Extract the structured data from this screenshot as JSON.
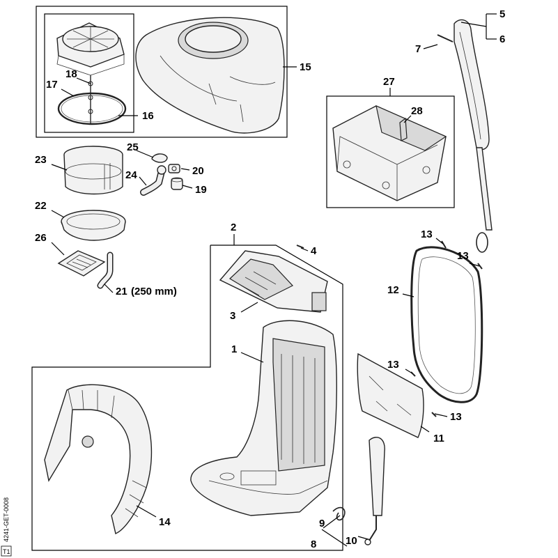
{
  "diagram": {
    "labels": [
      {
        "id": "l5",
        "text": "5"
      },
      {
        "id": "l6",
        "text": "6"
      },
      {
        "id": "l7",
        "text": "7"
      },
      {
        "id": "l15",
        "text": "15"
      },
      {
        "id": "l18",
        "text": "18"
      },
      {
        "id": "l17",
        "text": "17"
      },
      {
        "id": "l16",
        "text": "16"
      },
      {
        "id": "l27",
        "text": "27"
      },
      {
        "id": "l28",
        "text": "28"
      },
      {
        "id": "l25",
        "text": "25"
      },
      {
        "id": "l23",
        "text": "23"
      },
      {
        "id": "l24",
        "text": "24"
      },
      {
        "id": "l20",
        "text": "20"
      },
      {
        "id": "l19",
        "text": "19"
      },
      {
        "id": "l22",
        "text": "22"
      },
      {
        "id": "l2",
        "text": "2"
      },
      {
        "id": "l4",
        "text": "4"
      },
      {
        "id": "l13a",
        "text": "13"
      },
      {
        "id": "l13b",
        "text": "13"
      },
      {
        "id": "l26",
        "text": "26"
      },
      {
        "id": "l21",
        "text": "21"
      },
      {
        "id": "l21note",
        "text": "(250 mm)"
      },
      {
        "id": "l12",
        "text": "12"
      },
      {
        "id": "l3",
        "text": "3"
      },
      {
        "id": "l1",
        "text": "1"
      },
      {
        "id": "l13c",
        "text": "13"
      },
      {
        "id": "l13d",
        "text": "13"
      },
      {
        "id": "l11",
        "text": "11"
      },
      {
        "id": "l14",
        "text": "14"
      },
      {
        "id": "l9",
        "text": "9"
      },
      {
        "id": "l10",
        "text": "10"
      },
      {
        "id": "l8",
        "text": "8"
      }
    ],
    "side_code": "4241-GET-0008",
    "corner_mark": "T1"
  }
}
